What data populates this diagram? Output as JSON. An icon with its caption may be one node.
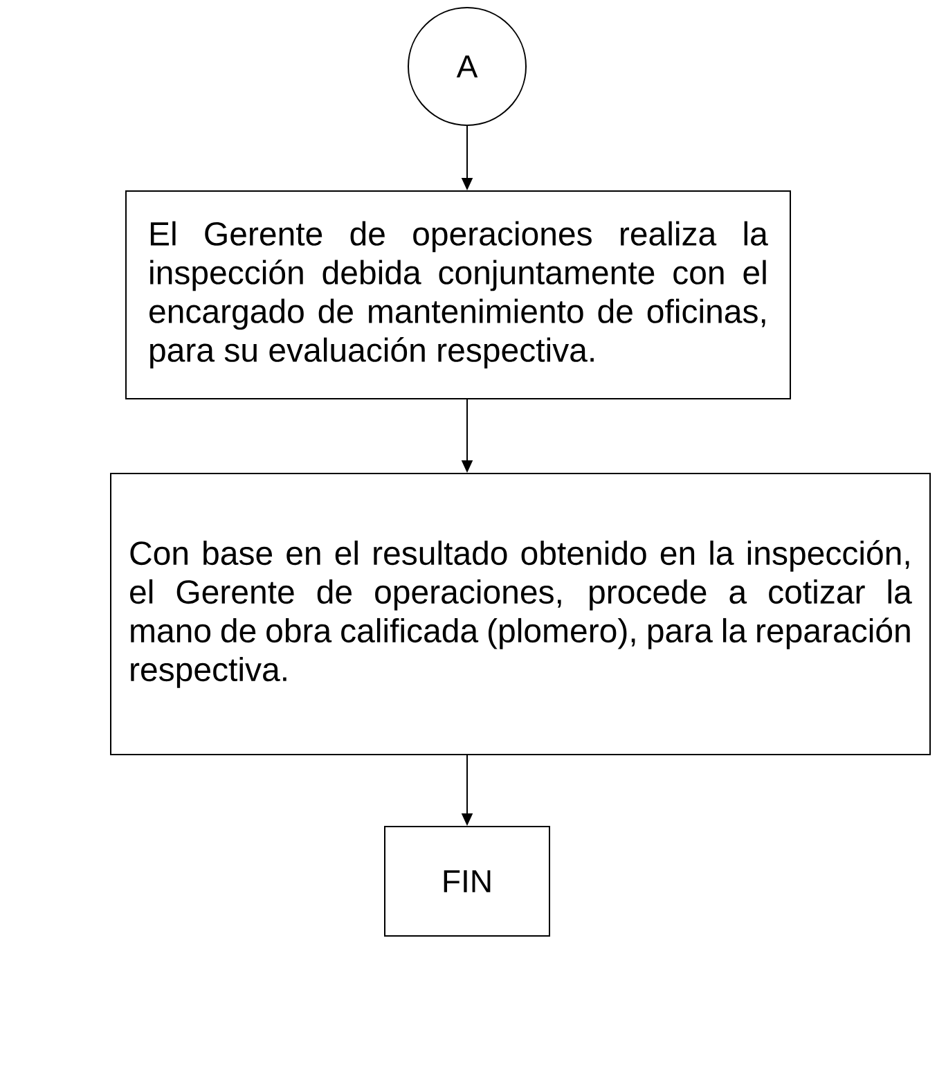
{
  "diagram": {
    "nodes": [
      {
        "text": [
          "A"
        ]
      },
      {
        "text": [
          "El Gerente de operaciones realiza la inspección debida conjuntamente con el encargado de mantenimiento de oficinas, para su evaluación respectiva."
        ]
      },
      {
        "text": [
          "Con base en el resultado obtenido en la inspección, el Gerente de operaciones, procede a cotizar la mano de obra calificada (plomero), para la reparación respectiva."
        ]
      },
      {
        "text": [
          "FIN"
        ]
      }
    ],
    "edges": [
      {
        "from": 0,
        "to": 1,
        "arrow": "to"
      },
      {
        "from": 1,
        "to": 2,
        "arrow": "to"
      },
      {
        "from": 2,
        "to": 3,
        "arrow": "to"
      }
    ]
  }
}
